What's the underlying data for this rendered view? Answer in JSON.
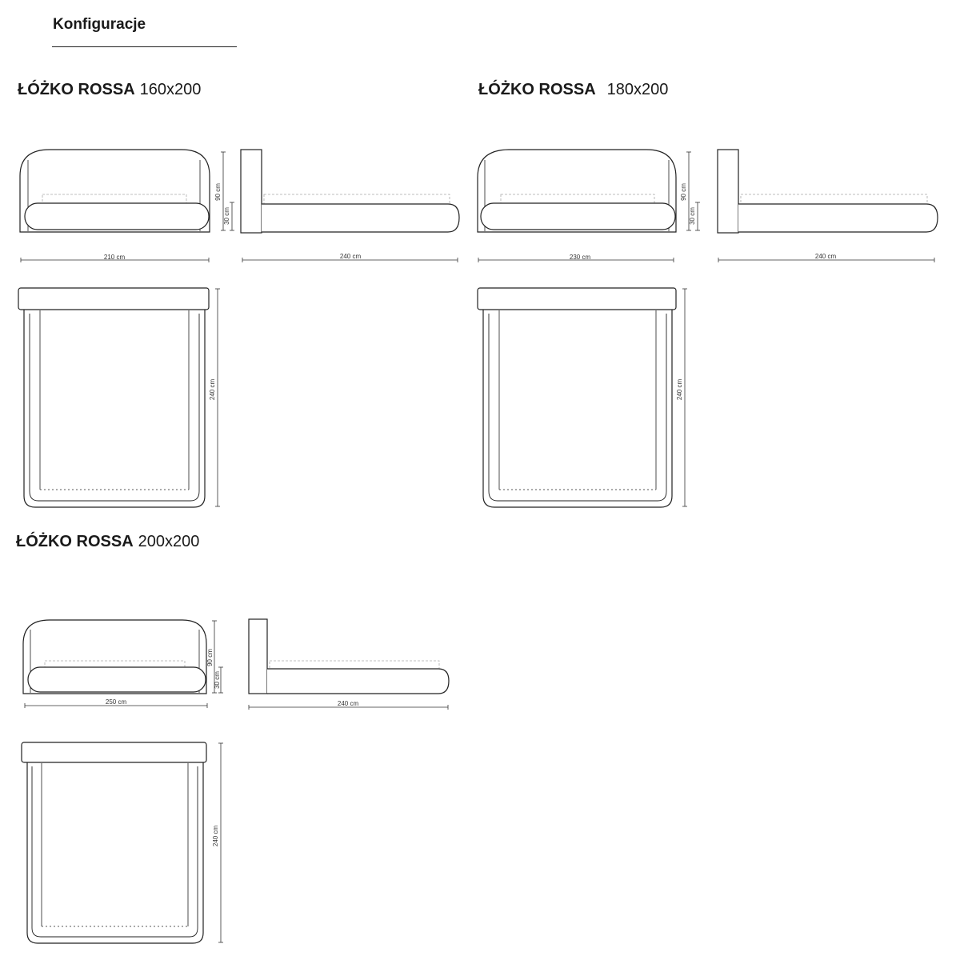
{
  "section": {
    "title": "Konfiguracje"
  },
  "models": [
    {
      "name": "ŁÓŻKO ROSSA",
      "size": "160x200",
      "front_width": "210 cm",
      "side_length": "240 cm",
      "top_length": "240 cm",
      "headboard_height": "90 cm",
      "frame_height": "30 cm"
    },
    {
      "name": "ŁÓŻKO ROSSA",
      "size": "180x200",
      "front_width": "230 cm",
      "side_length": "240 cm",
      "top_length": "240 cm",
      "headboard_height": "90 cm",
      "frame_height": "30 cm"
    },
    {
      "name": "ŁÓŻKO ROSSA",
      "size": "200x200",
      "front_width": "250 cm",
      "side_length": "240 cm",
      "top_length": "240 cm",
      "headboard_height": "90 cm",
      "frame_height": "30 cm"
    }
  ]
}
